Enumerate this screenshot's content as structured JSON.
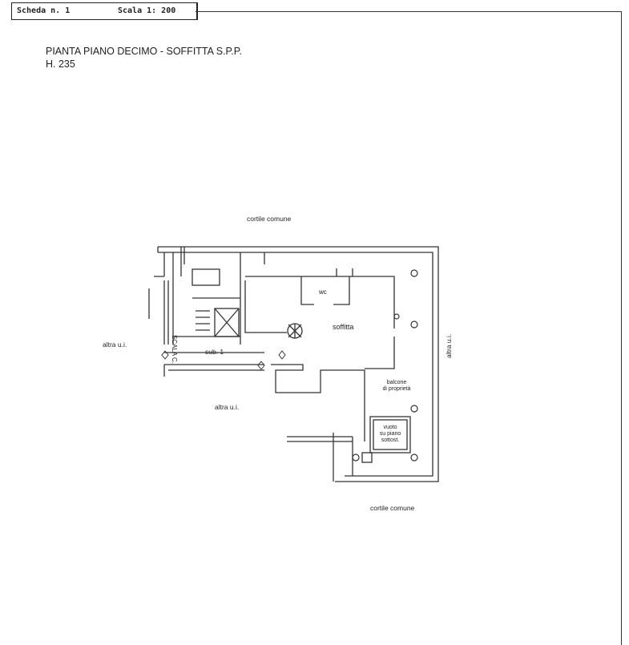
{
  "header": {
    "sheet_label": "Scheda n. 1",
    "scale_label": "Scala 1: 200"
  },
  "plan_title": {
    "line1": "PIANTA PIANO DECIMO - SOFFITTA S.P.P.",
    "line2": "H. 235"
  },
  "labels": {
    "courtyard_top": "cortile comune",
    "courtyard_bottom": "cortile comune",
    "other_unit_left": "altra u.i.",
    "other_unit_bottom": "altra u.i.",
    "other_unit_right": "altra u.i.",
    "stair": "SCALA C.",
    "sub": "sub. 1",
    "wc": "wc",
    "attic": "soffitta",
    "balcony_line1": "balcone",
    "balcony_line2": "di proprietà",
    "void_line1": "vuoto",
    "void_line2": "su piano",
    "void_line3": "sottost."
  }
}
